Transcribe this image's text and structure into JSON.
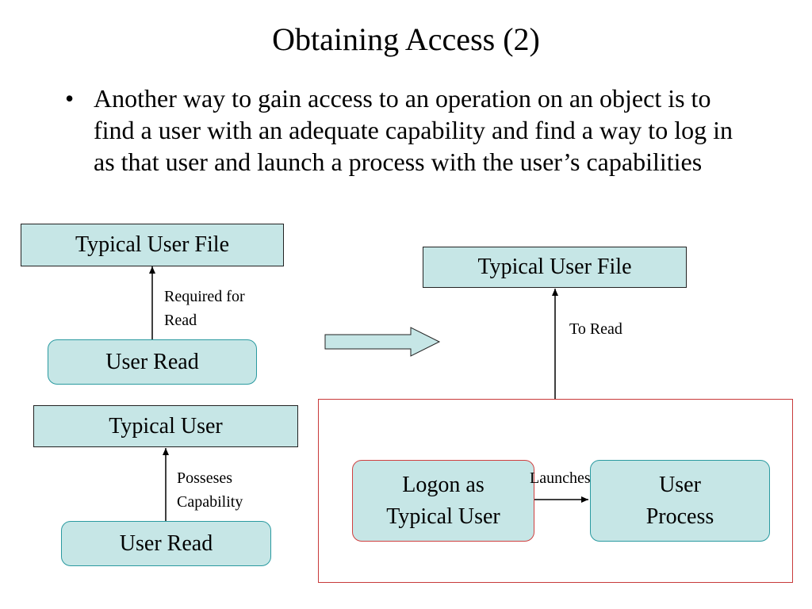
{
  "slide": {
    "title": "Obtaining Access (2)",
    "bullet_marker": "•",
    "bullet_text": "Another way to gain access to an operation on an object is to find a user with an adequate capability and find a way to log in as that user and launch a process with the user’s capabilities"
  },
  "left_diagram": {
    "file_box": "Typical User File",
    "required_label_line1": "Required for",
    "required_label_line2": "Read",
    "user_read_top": "User Read",
    "typical_user_box": "Typical User",
    "possesses_label_line1": "Posseses",
    "possesses_label_line2": "Capability",
    "user_read_bottom": "User Read"
  },
  "right_diagram": {
    "file_box": "Typical User File",
    "to_read_label": "To Read",
    "logon_line1": "Logon as",
    "logon_line2": "Typical User",
    "launches_label": "Launches",
    "process_line1": "User",
    "process_line2": "Process"
  },
  "colors": {
    "box_fill": "#c6e6e6",
    "frame_border": "#c83a3a",
    "rounded_border": "#2a9aa0"
  }
}
